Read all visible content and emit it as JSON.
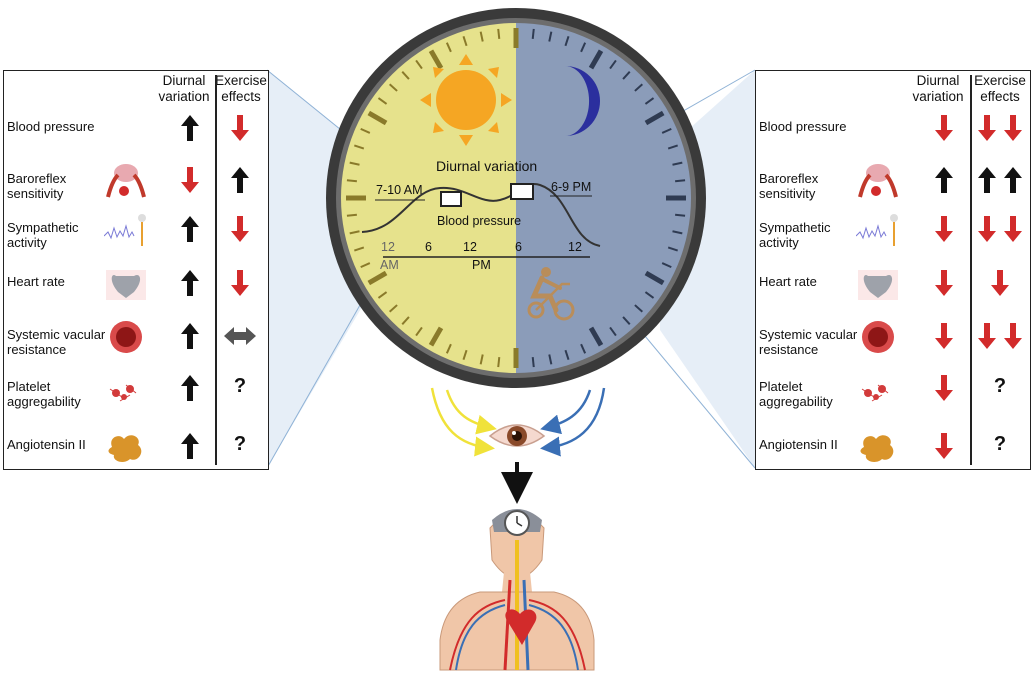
{
  "left_panel": {
    "headers": [
      "Diurnal variation",
      "Exercise effects"
    ],
    "rows": [
      {
        "label": "Blood pressure",
        "icon": "none",
        "diurnal": "up-black",
        "exercise": "down-red"
      },
      {
        "label": "Baroreflex sensitivity",
        "icon": "baroreflex-icon",
        "diurnal": "down-red",
        "exercise": "up-black"
      },
      {
        "label": "Sympathetic activity",
        "icon": "nerve-signal-icon",
        "diurnal": "up-black",
        "exercise": "down-red"
      },
      {
        "label": "Heart rate",
        "icon": "heart-icon",
        "diurnal": "up-black",
        "exercise": "down-red"
      },
      {
        "label": "Systemic vacular resistance",
        "icon": "blood-vessel-icon",
        "diurnal": "up-black",
        "exercise": "both-gray"
      },
      {
        "label": "Platelet aggregability",
        "icon": "platelet-icon",
        "diurnal": "up-black",
        "exercise": "?"
      },
      {
        "label": "Angiotensin II",
        "icon": "angiotensin-icon",
        "diurnal": "up-black",
        "exercise": "?"
      }
    ]
  },
  "right_panel": {
    "headers": [
      "Diurnal variation",
      "Exercise effects"
    ],
    "rows": [
      {
        "label": "Blood pressure",
        "icon": "none",
        "diurnal": "down-red",
        "exercise": "down-red down-red"
      },
      {
        "label": "Baroreflex sensitivity",
        "icon": "baroreflex-icon",
        "diurnal": "up-black",
        "exercise": "up-black up-black"
      },
      {
        "label": "Sympathetic activity",
        "icon": "nerve-signal-icon",
        "diurnal": "down-red",
        "exercise": "down-red down-red"
      },
      {
        "label": "Heart rate",
        "icon": "heart-icon",
        "diurnal": "down-red",
        "exercise": "down-red"
      },
      {
        "label": "Systemic vacular resistance",
        "icon": "blood-vessel-icon",
        "diurnal": "down-red",
        "exercise": "down-red down-red"
      },
      {
        "label": "Platelet aggregability",
        "icon": "platelet-icon",
        "diurnal": "down-red",
        "exercise": "?"
      },
      {
        "label": "Angiotensin II",
        "icon": "angiotensin-icon",
        "diurnal": "down-red",
        "exercise": "?"
      }
    ]
  },
  "clock": {
    "title": "Diurnal variation",
    "morning_label": "7-10 AM",
    "evening_label": "6-9 PM",
    "curve_label": "Blood pressure",
    "ticks": [
      "12",
      "6",
      "12",
      "6",
      "12"
    ],
    "am_label": "AM",
    "pm_label": "PM",
    "day_icon": "sun-icon",
    "night_icon": "moon-icon",
    "exercise_icon": "exercise-bike-icon",
    "colors": {
      "day": "#e8e38f",
      "night": "#8a9bb8",
      "rim": "#3a3a3a",
      "sun": "#f5a623",
      "moon": "#2b2f9e"
    }
  },
  "bottom": {
    "eye_icon": "eye-icon",
    "body_icon": "human-body-circulation-icon",
    "brain_clock_icon": "brain-clock-icon"
  },
  "colors": {
    "up": "#111111",
    "down": "#d22b2b",
    "both": "#555555",
    "yellow_arrow": "#f0e23a",
    "blue_arrow": "#3a6fb5"
  }
}
